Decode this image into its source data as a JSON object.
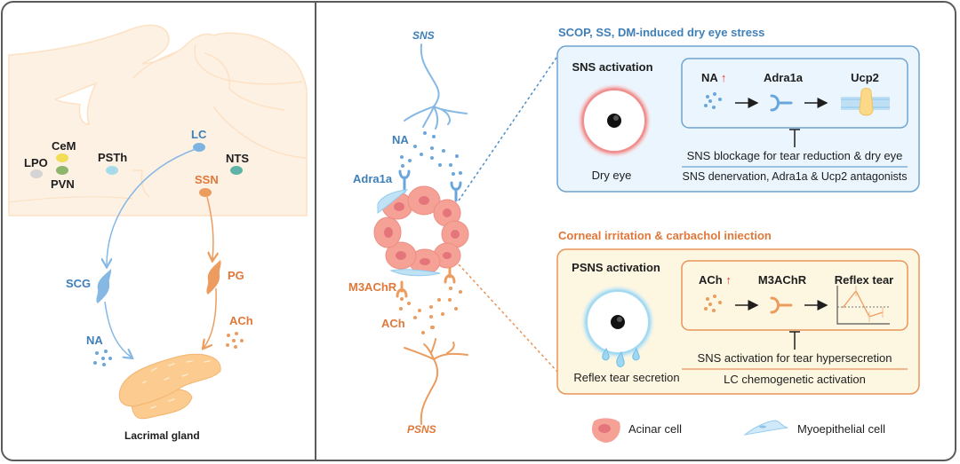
{
  "left_panel": {
    "brain_regions": [
      {
        "label": "LPO",
        "color": "#d4d4d4",
        "label_color": "dark"
      },
      {
        "label": "CeM",
        "color": "#f2dd56",
        "label_color": "dark"
      },
      {
        "label": "PVN",
        "color": "#8db66a",
        "label_color": "dark"
      },
      {
        "label": "PSTh",
        "color": "#a6dcea",
        "label_color": "dark"
      },
      {
        "label": "LC",
        "color": "#7db3e2",
        "label_color": "blue"
      },
      {
        "label": "NTS",
        "color": "#5fb3a6",
        "label_color": "dark"
      },
      {
        "label": "SSN",
        "color": "#eb9c5e",
        "label_color": "orange"
      }
    ],
    "ganglia": {
      "scg": "SCG",
      "pg": "PG"
    },
    "neurotransmitters": {
      "na": "NA",
      "ach": "ACh"
    },
    "target_label": "Lacrimal gland"
  },
  "middle_panel": {
    "sns_label": "SNS",
    "psns_label": "PSNS",
    "na_label": "NA",
    "ach_label": "ACh",
    "adra1a_label": "Adra1a",
    "m3achr_label": "M3AChR"
  },
  "top_box": {
    "heading": "SCOP, SS, DM-induced dry eye stress",
    "left_title": "SNS activation",
    "left_caption": "Dry eye",
    "pathway": [
      {
        "label": "NA",
        "up": "↑"
      },
      {
        "label": "Adra1a"
      },
      {
        "label": "Ucp2"
      }
    ],
    "inhibition_text": "SNS blockage for tear reduction & dry eye",
    "method_text": "SNS denervation, Adra1a & Ucp2 antagonists",
    "accent": "#4f8fc6",
    "fill": "#eaf5fd"
  },
  "bottom_box": {
    "heading": "Corneal irritation & carbachol iniection",
    "left_title": "PSNS activation",
    "left_caption": "Reflex tear secretion",
    "pathway": [
      {
        "label": "ACh",
        "up": "↑"
      },
      {
        "label": "M3AChR"
      },
      {
        "label": "Reflex tear"
      }
    ],
    "inhibition_text": "SNS activation for tear hypersecretion",
    "method_text": "LC chemogenetic activation",
    "accent": "#e8955a",
    "fill": "#fdf6e1"
  },
  "legend": [
    {
      "label": "Acinar cell",
      "icon": "acinar-cell-icon"
    },
    {
      "label": "Myoepithelial cell",
      "icon": "myoepithelial-cell-icon"
    }
  ]
}
